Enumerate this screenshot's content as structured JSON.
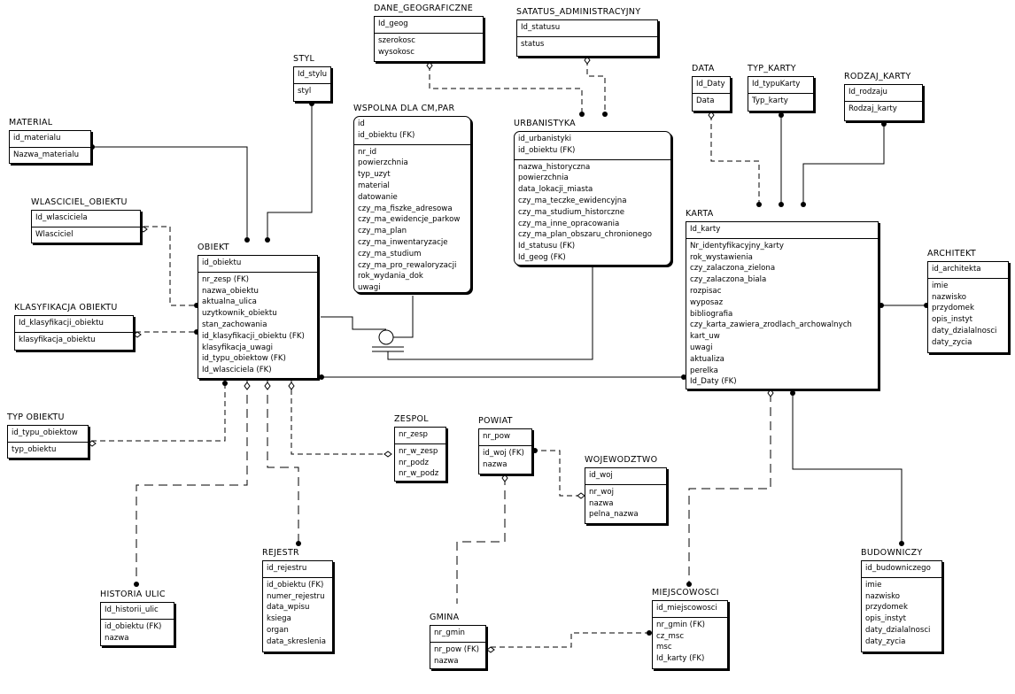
{
  "entities": [
    {
      "id": "dane_geograficzne",
      "title": "DANE_GEOGRAFICZNE",
      "pk": [
        "Id_geog"
      ],
      "attrs": [
        "szerokosc",
        "wysokosc"
      ]
    },
    {
      "id": "status_admin",
      "title": "SATATUS_ADMINISTRACYJNY",
      "pk": [
        "Id_statusu"
      ],
      "attrs": [
        "status"
      ]
    },
    {
      "id": "styl",
      "title": "STYL",
      "pk": [
        "Id_stylu"
      ],
      "attrs": [
        "styl"
      ]
    },
    {
      "id": "wspolna",
      "title": "WSPOLNA DLA CM,PAR",
      "pk": [
        "id",
        "id_obiektu (FK)"
      ],
      "attrs": [
        "nr_id",
        "powierzchnia",
        "typ_uzyt",
        "material",
        "datowanie",
        "czy_ma_fiszke_adresowa",
        "czy_ma_ewidencje_parkow",
        "czy_ma_plan",
        "czy_ma_inwentaryzacje",
        "czy_ma_studium",
        "czy_ma_pro_rewaloryzacji",
        "rok_wydania_dok",
        "uwagi"
      ]
    },
    {
      "id": "urbanistyka",
      "title": "URBANISTYKA",
      "pk": [
        "id_urbanistyki",
        "id_obiektu (FK)"
      ],
      "attrs": [
        "nazwa_historyczna",
        "powierzchnia",
        "data_lokacji_miasta",
        "czy_ma_teczke_ewidencyjna",
        "czy_ma_studium_historczne",
        "czy_ma_inne_opracowania",
        "czy_ma_plan_obszaru_chronionego",
        "Id_statusu (FK)",
        "Id_geog (FK)"
      ]
    },
    {
      "id": "data",
      "title": "DATA",
      "pk": [
        "Id_Daty"
      ],
      "attrs": [
        "Data"
      ]
    },
    {
      "id": "typ_karty",
      "title": "TYP_KARTY",
      "pk": [
        "Id_typuKarty"
      ],
      "attrs": [
        "Typ_karty"
      ]
    },
    {
      "id": "rodzaj_karty",
      "title": "RODZAJ_KARTY",
      "pk": [
        "Id_rodzaju"
      ],
      "attrs": [
        "Rodzaj_karty"
      ]
    },
    {
      "id": "material",
      "title": "MATERIAL",
      "pk": [
        "id_materialu"
      ],
      "attrs": [
        "Nazwa_materialu"
      ]
    },
    {
      "id": "wlasciciel",
      "title": "WLASCICIEL_OBIEKTU",
      "pk": [
        "Id_wlasciciela"
      ],
      "attrs": [
        "Wlasciciel"
      ]
    },
    {
      "id": "klasyfikacja",
      "title": "KLASYFIKACJA OBIEKTU",
      "pk": [
        "Id_klasyfikacji_obiektu"
      ],
      "attrs": [
        "klasyfikacja_obiektu"
      ]
    },
    {
      "id": "obiekt",
      "title": "OBIEKT",
      "pk": [
        "id_obiektu"
      ],
      "attrs": [
        "nr_zesp (FK)",
        "nazwa_obiektu",
        "aktualna_ulica",
        "uzytkownik_obiektu",
        "stan_zachowania",
        "id_klasyfikacji_obiektu (FK)",
        "klasyfikacja_uwagi",
        "id_typu_obiektow (FK)",
        "Id_wlasciciela (FK)"
      ]
    },
    {
      "id": "karta",
      "title": "KARTA",
      "pk": [
        "Id_karty"
      ],
      "attrs": [
        "Nr_identyfikacyjny_karty",
        "rok_wystawienia",
        "czy_zalaczona_zielona",
        "czy_zalaczona_biala",
        "rozpisac",
        "wyposaz",
        "bibliografia",
        "czy_karta_zawiera_zrodlach_archowalnych",
        "kart_uw",
        "uwagi",
        "aktualiza",
        "perelka",
        "Id_Daty (FK)"
      ]
    },
    {
      "id": "architekt",
      "title": "ARCHITEKT",
      "pk": [
        "id_architekta"
      ],
      "attrs": [
        "imie",
        "nazwisko",
        "przydomek",
        "opis_instyt",
        "daty_dzialalnosci",
        "daty_zycia"
      ]
    },
    {
      "id": "typ_obiektu",
      "title": "TYP OBIEKTU",
      "pk": [
        "id_typu_obiektow"
      ],
      "attrs": [
        "typ_obiektu"
      ]
    },
    {
      "id": "zespol",
      "title": "ZESPOL",
      "pk": [
        "nr_zesp"
      ],
      "attrs": [
        "nr_w_zesp",
        "nr_podz",
        "nr_w_podz"
      ]
    },
    {
      "id": "powiat",
      "title": "POWIAT",
      "pk": [
        "nr_pow"
      ],
      "attrs": [
        "id_woj (FK)",
        "nazwa"
      ]
    },
    {
      "id": "wojewodztwo",
      "title": "WOJEWODZTWO",
      "pk": [
        "id_woj"
      ],
      "attrs": [
        "nr_woj",
        "nazwa",
        "pelna_nazwa"
      ]
    },
    {
      "id": "rejestr",
      "title": "REJESTR",
      "pk": [
        "id_rejestru"
      ],
      "attrs": [
        "id_obiektu (FK)",
        "numer_rejestru",
        "data_wpisu",
        "ksiega",
        "organ",
        "data_skreslenia"
      ]
    },
    {
      "id": "historia_ulic",
      "title": "HISTORIA ULIC",
      "pk": [
        "Id_historii_ulic"
      ],
      "attrs": [
        "id_obiektu (FK)",
        "nazwa"
      ]
    },
    {
      "id": "gmina",
      "title": "GMINA",
      "pk": [
        "nr_gmin"
      ],
      "attrs": [
        "nr_pow (FK)",
        "nazwa"
      ]
    },
    {
      "id": "miejscowosci",
      "title": "MIEJSCOWOSCI",
      "pk": [
        "id_miejscowosci"
      ],
      "attrs": [
        "nr_gmin (FK)",
        "cz_msc",
        "msc",
        "Id_karty (FK)"
      ]
    },
    {
      "id": "budowniczy",
      "title": "BUDOWNICZY",
      "pk": [
        "id_budowniczego"
      ],
      "attrs": [
        "imie",
        "nazwisko",
        "przydomek",
        "opis_instyt",
        "daty_dzialalnosci",
        "daty_zycia"
      ]
    }
  ]
}
